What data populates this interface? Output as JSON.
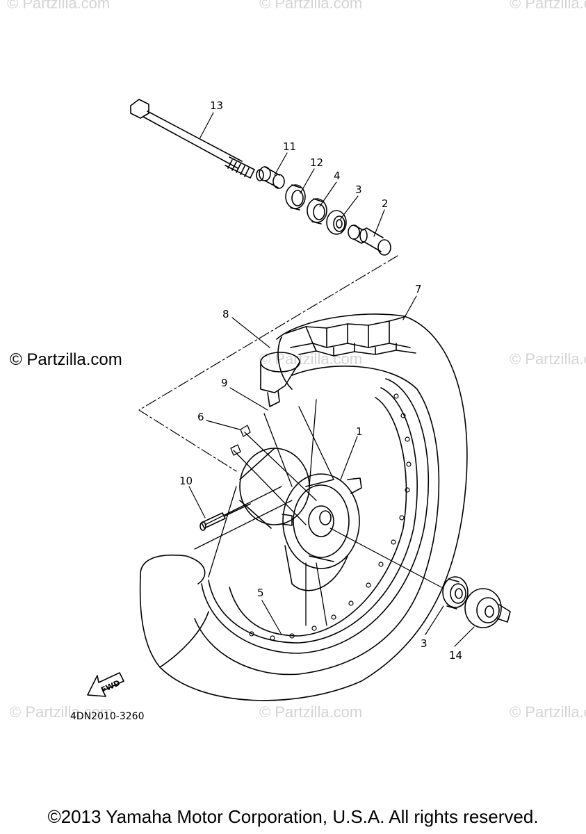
{
  "watermarks": {
    "top_left": "© Partzilla.com",
    "top_center": "© Partzilla.com",
    "top_right": "© Partzilla.com",
    "mid_left": "© Partzilla.com",
    "mid_center": "© Partzilla.com",
    "mid_right": "© Partzilla.com",
    "bottom_left": "© Partzilla.com",
    "bottom_center": "© Partzilla.com",
    "bottom_right": "© Partzilla.com"
  },
  "diagram": {
    "callouts": [
      "13",
      "11",
      "12",
      "4",
      "3",
      "2",
      "7",
      "8",
      "9",
      "6",
      "1",
      "10",
      "5",
      "3",
      "14"
    ],
    "part_code": "4DN2010-3260",
    "fwd_label": "FWD"
  },
  "footer": {
    "copyright": "©2013 Yamaha Motor Corporation, U.S.A. All rights reserved."
  }
}
